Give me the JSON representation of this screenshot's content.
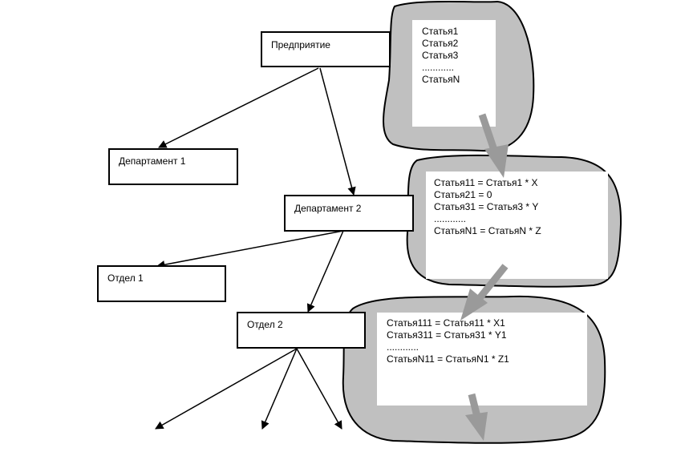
{
  "colors": {
    "cloud_fill": "#c0c0c0",
    "cloud_stroke": "#000000",
    "flow_arrow": "#9a9a9a",
    "edge": "#000000",
    "box_border": "#000000",
    "background": "#ffffff"
  },
  "nodes": {
    "enterprise": "Предприятие",
    "department1": "Департамент 1",
    "department2": "Департамент 2",
    "division1": "Отдел 1",
    "division2": "Отдел 2"
  },
  "notes": {
    "enterprise": [
      "Статья1",
      "Статья2",
      "Статья3",
      "............",
      "СтатьяN"
    ],
    "department2": [
      "Статья11 = Статья1 * X",
      "Статья21 = 0",
      "Статья31 = Статья3 * Y",
      "............",
      "СтатьяN1 = СтатьяN * Z"
    ],
    "division2": [
      "Статья111 = Статья11 * X1",
      "Статья311 = Статья31 * Y1",
      "............",
      "СтатьяN11 = СтатьяN1 * Z1"
    ]
  }
}
